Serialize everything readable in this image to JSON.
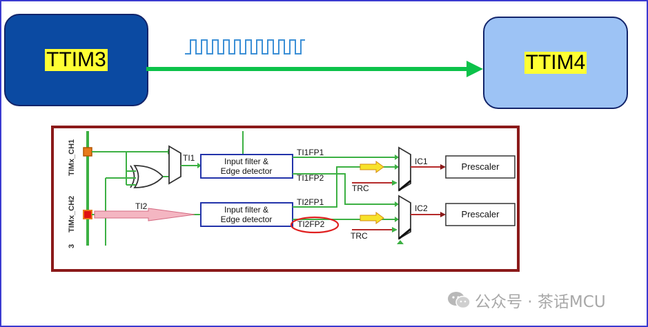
{
  "top": {
    "source_block": "TTIM3",
    "target_block": "TTIM4",
    "colors": {
      "source_fill": "#0b4aa2",
      "target_fill": "#9dc3f5",
      "arrow": "#0cc24a",
      "label_highlight": "#ffff33",
      "pulse": "#3b8fd6"
    }
  },
  "timer_diagram": {
    "pins": [
      "TIMx_CH1",
      "TIMx_CH2",
      "3"
    ],
    "signals": {
      "ti1": "TI1",
      "ti2": "TI2",
      "ti1fp1": "TI1FP1",
      "ti1fp2": "TI1FP2",
      "ti2fp1": "TI2FP1",
      "ti2fp2": "TI2FP2",
      "trc_1": "TRC",
      "trc_2": "TRC",
      "ic1": "IC1",
      "ic2": "IC2"
    },
    "filter_1": {
      "line1": "Input filter &",
      "line2": "Edge detector"
    },
    "filter_2": {
      "line1": "Input filter &",
      "line2": "Edge detector"
    },
    "prescaler_1": "Prescaler",
    "prescaler_2": "Prescaler",
    "colors": {
      "border": "#8b1a1a",
      "wire": "#3cb043",
      "box_border": "#2233aa",
      "highlight_circle": "#e02020",
      "pin_marker": "#e87a1a"
    }
  },
  "watermark": {
    "text": "公众号 · 茶话MCU",
    "icon": "wechat-icon"
  }
}
